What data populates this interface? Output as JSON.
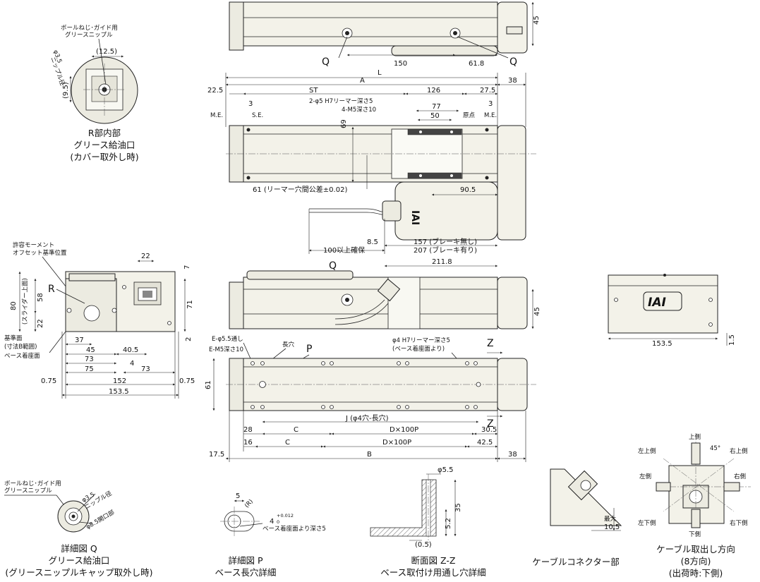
{
  "detail_r": {
    "nipple_note_1": "ボールねじ･ガイド用",
    "nipple_note_2": "グリースニップル",
    "dia_note": "φ3.5",
    "dia_note_2": "ニップル径",
    "dim_h": "(12.5)",
    "dim_v": "(9.5)",
    "caption_1": "R部内部",
    "caption_2": "グリース給油口",
    "caption_3": "(カバー取外し時)"
  },
  "top_view": {
    "dim_45": "45",
    "dim_150": "150",
    "dim_61_8": "61.8",
    "q_left": "Q",
    "q_right": "Q"
  },
  "plan_view": {
    "L": "L",
    "A": "A",
    "dim_38": "38",
    "dim_22_5": "22.5",
    "ST": "ST",
    "dim_126": "126",
    "dim_27_5": "27.5",
    "me_left": "M.E.",
    "se": "S.E.",
    "dim_3_left": "3",
    "dim_3_right": "3",
    "reamer_note": "2-φ5 H7リーマー深さ5",
    "m5_note": "4-M5深さ10",
    "dim_77": "77",
    "dim_50": "50",
    "origin": "原点",
    "me_right": "M.E.",
    "dim_69": "69",
    "pitch_note": "61 (リーマー穴間公差±0.02)",
    "dim_90_5": "90.5",
    "dim_8_5": "8.5",
    "dim_100": "100以上確保",
    "len_no_brake": "157 (ブレーキ無し)",
    "len_brake": "207 (ブレーキ有り)"
  },
  "end_view": {
    "moment_1": "許容モーメント",
    "moment_2": "オフセット基準位置",
    "dim_22_top": "22",
    "dim_7": "7",
    "R": "R",
    "dim_80": "80",
    "slider_note": "(スライダー上面)",
    "dim_58": "58",
    "dim_22_side": "22",
    "dim_71": "71",
    "dim_2": "2",
    "base_1": "基準面",
    "base_2": "(寸法B範囲)",
    "base_3": "ベース着座面",
    "dim_37": "37",
    "dim_45": "45",
    "dim_40_5": "40.5",
    "dim_73a": "73",
    "dim_4": "4",
    "dim_75": "75",
    "dim_73b": "73",
    "dim_0_75a": "0.75",
    "dim_152": "152",
    "dim_0_75b": "0.75",
    "dim_153_5": "153.5"
  },
  "side_view": {
    "q": "Q",
    "dim_211_8": "211.8",
    "dim_45": "45"
  },
  "motor_end": {
    "logo": "IAI",
    "dim_153_5": "153.5",
    "dim_1_5": "1.5"
  },
  "bottom_view": {
    "e_hole": "E-φ5.5通し",
    "e_m5": "E-M5深さ10",
    "slot": "長穴",
    "p": "P",
    "ream_1": "φ4 H7リーマー深さ5",
    "ream_2": "(ベース着座面より)",
    "z_top": "Z",
    "z_bot": "Z",
    "dim_61": "61",
    "J": "J (φ4穴-長穴)",
    "dim_28": "28",
    "C1": "C",
    "DP1": "D×100P",
    "dim_30_5": "30.5",
    "dim_16": "16",
    "C2": "C",
    "DP2": "D×100P",
    "dim_42_5": "42.5",
    "dim_17_5": "17.5",
    "B": "B",
    "dim_38": "38"
  },
  "detail_q": {
    "note_1": "ボールねじ･ガイド用",
    "note_2": "グリースニップル",
    "d1": "φ3.5",
    "d1b": "ニップル径",
    "d2": "φ8.5開口部",
    "caption_1": "詳細図 Q",
    "caption_2": "グリース給油口",
    "caption_3": "(グリースニップルキャップ取外し時)"
  },
  "detail_p": {
    "dim_5": "5",
    "r": "(R)",
    "dim_4": "4",
    "tol": "+0.012",
    "tol0": "0",
    "depth": "ベース着座面より深さ5",
    "caption_1": "詳細図 P",
    "caption_2": "ベース長穴詳細"
  },
  "section_z": {
    "dia": "φ5.5",
    "dim_35": "35",
    "dim_5_2": "5.2",
    "dim_0_5": "(0.5)",
    "caption_1": "断面図 Z-Z",
    "caption_2": "ベース取付け用通し穴詳細"
  },
  "connector": {
    "max_1": "最大",
    "max_2": "10.5",
    "caption": "ケーブルコネクター部"
  },
  "cable_dir": {
    "top": "上側",
    "top_left": "左上側",
    "top_right": "右上側",
    "angle": "45°",
    "left": "左側",
    "right": "右側",
    "bot_left": "左下側",
    "bot_right": "右下側",
    "bottom": "下側",
    "caption_1": "ケーブル取出し方向",
    "caption_2": "(8方向)",
    "caption_3": "(出荷時:下側)"
  }
}
